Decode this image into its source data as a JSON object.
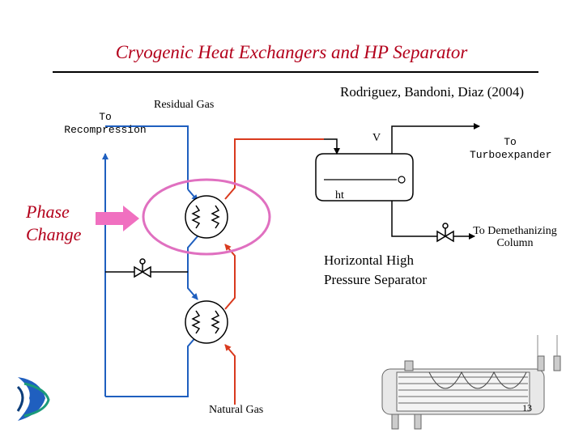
{
  "slide": {
    "title": "Cryogenic Heat Exchangers and HP Separator",
    "authors": "Rodriguez, Bandoni, Diaz (2004)",
    "page_number": "13"
  },
  "labels": {
    "to_recompression_1": "To",
    "to_recompression_2": "Recompression",
    "residual_gas": "Residual Gas",
    "vapor": "V",
    "to_turboexpander_1": "To",
    "to_turboexpander_2": "Turboexpander",
    "ht": "ht",
    "phase_change_1": "Phase",
    "phase_change_2": "Change",
    "to_demethanizing_1": "To Demethanizing",
    "to_demethanizing_2": "Column",
    "hp_separator_1": "Horizontal High",
    "hp_separator_2": "Pressure Separator",
    "natural_gas": "Natural Gas"
  },
  "colors": {
    "title": "#b3001b",
    "cold_stream": "#1f5fbf",
    "hot_stream": "#d93a1e",
    "highlight_ellipse": "#e070c0",
    "phase_arrow": "#f070c0"
  },
  "icons": [
    "valve-icon",
    "heat-exchanger-icon",
    "logo-icon",
    "shell-tube-exchanger-drawing"
  ]
}
